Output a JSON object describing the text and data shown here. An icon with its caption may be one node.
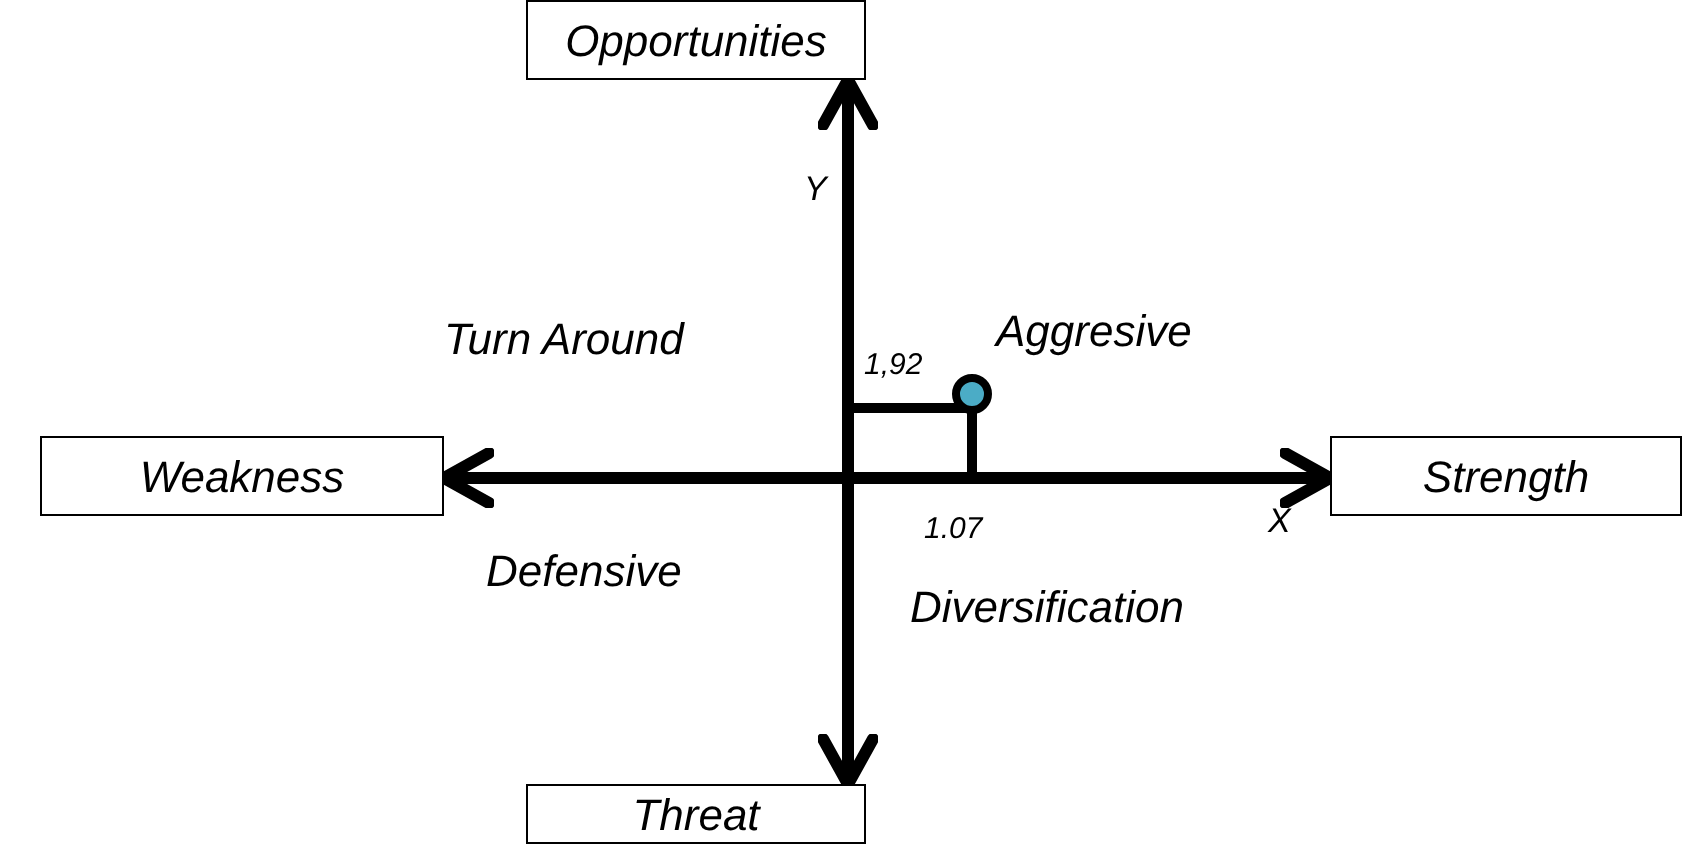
{
  "diagram": {
    "nodes": [
      {
        "text": [
          "Opportunities"
        ]
      },
      {
        "text": [
          "Weakness"
        ]
      },
      {
        "text": [
          "Strength"
        ]
      },
      {
        "text": [
          "Threat"
        ]
      }
    ],
    "edges": [
      {
        "from": 1,
        "to": 2,
        "arrow": "both"
      },
      {
        "from": 0,
        "to": 3,
        "arrow": "both"
      }
    ],
    "labels": [
      "Y",
      "Turn Around",
      "Aggresive",
      "1,92",
      "X",
      "1.07",
      "Defensive",
      "Diversification"
    ]
  }
}
